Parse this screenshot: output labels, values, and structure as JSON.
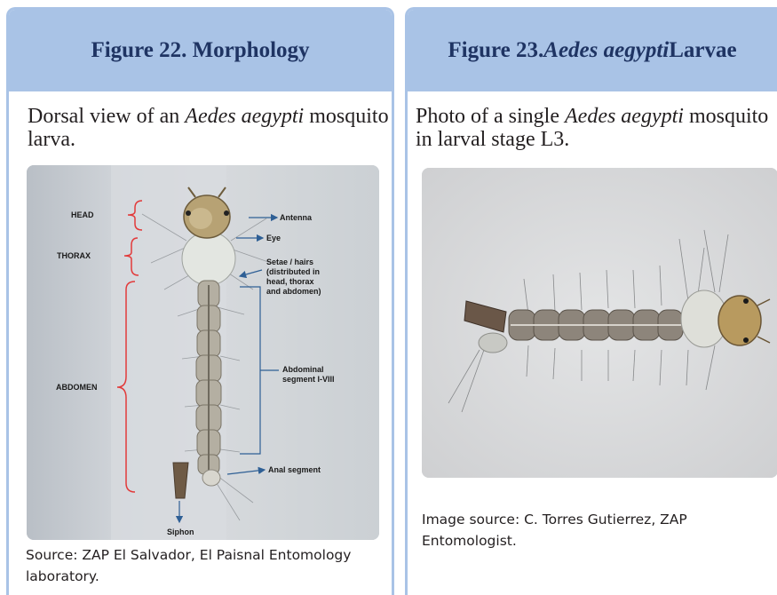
{
  "left_panel": {
    "title": "Figure 22. Morphology",
    "caption_pre": "Dorsal view of an ",
    "caption_species": "Aedes aegypti",
    "caption_post": " mosquito larva.",
    "source": "Source: ZAP El Salvador, El Paisnal Entomology laboratory.",
    "diagram_labels": {
      "head": "HEAD",
      "thorax": "THORAX",
      "abdomen": "ABDOMEN",
      "antenna": "Antenna",
      "eye": "Eye",
      "setae_1": "Setae / hairs",
      "setae_2": "(distributed  in",
      "setae_3": "head, thorax",
      "setae_4": "and abdomen)",
      "abdominal_1": "Abdominal",
      "abdominal_2": "segment I-VIII",
      "anal": "Anal segment",
      "siphon": "Siphon"
    }
  },
  "right_panel": {
    "title_pre": "Figure 23. ",
    "title_species": "Aedes aegypti",
    "title_post": " Larvae",
    "caption_pre": "Photo of a single ",
    "caption_species": "Aedes aegypti",
    "caption_post": " mosquito in larval stage L3.",
    "source": "Image source: C. Torres Gutierrez, ZAP Entomologist."
  },
  "colors": {
    "panel_blue": "#a9c3e6",
    "title_navy": "#1f3463",
    "bracket_red": "#e23a3a",
    "arrow_blue": "#2e5f95"
  }
}
